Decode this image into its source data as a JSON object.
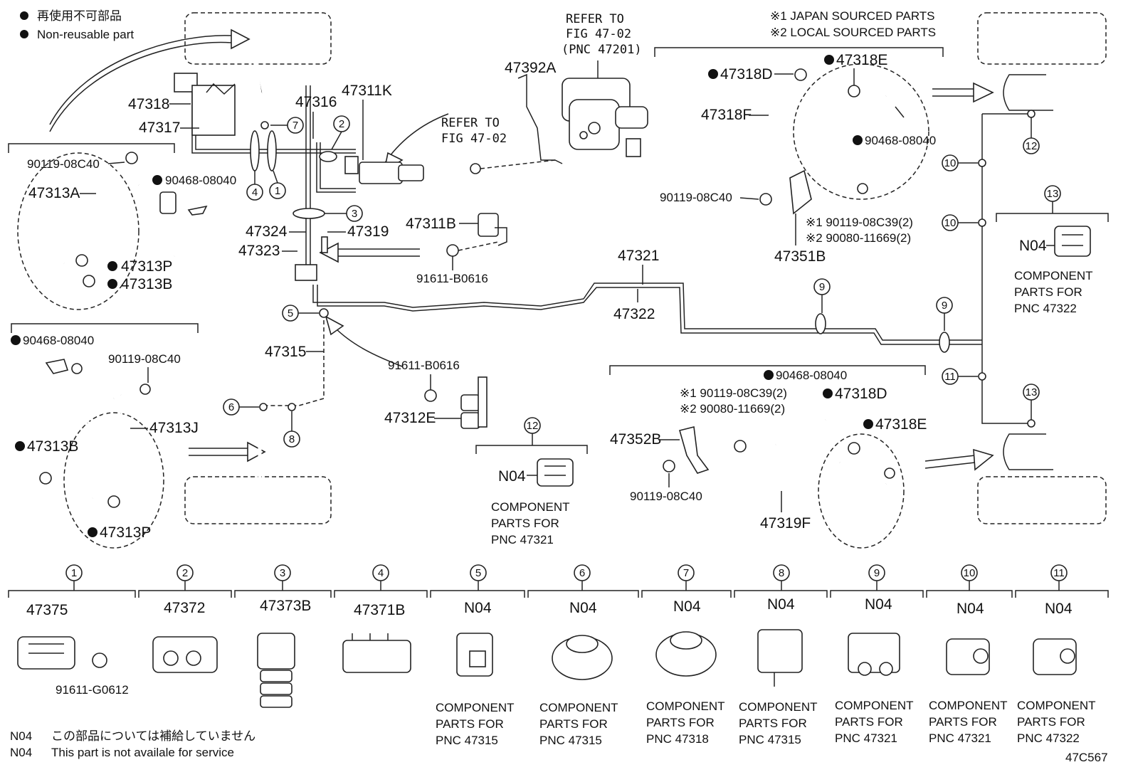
{
  "legend": {
    "jp": "再使用不可部品",
    "en": "Non-reusable part",
    "star1": "※1 JAPAN SOURCED PARTS",
    "star2": "※2 LOCAL SOURCED PARTS"
  },
  "refer_master": [
    "REFER TO",
    "FIG 47-02",
    "(PNC 47201)"
  ],
  "refer_fig": [
    "REFER TO",
    "FIG 47-02"
  ],
  "parts": {
    "p47318": "47318",
    "p47317": "47317",
    "p47316": "47316",
    "p47311K": "47311K",
    "p47392A": "47392A",
    "p90119_a": "90119-08C40",
    "p90468_a": "90468-08040",
    "p47313A": "47313A",
    "p47313P_a": "47313P",
    "p47313B_a": "47313B",
    "p47324": "47324",
    "p47319": "47319",
    "p47323": "47323",
    "p47311B": "47311B",
    "p91611_a": "91611-B0616",
    "p47321": "47321",
    "p47322": "47322",
    "p47315": "47315",
    "p90468_b": "90468-08040",
    "p90119_b": "90119-08C40",
    "p47313J": "47313J",
    "p47313B_b": "47313B",
    "p47313P_b": "47313P",
    "p91611_b": "91611-B0616",
    "p47312E": "47312E",
    "p47318D_a": "47318D",
    "p47318E_a": "47318E",
    "p47318F": "47318F",
    "p90468_c": "90468-08040",
    "p90119_c": "90119-08C40",
    "p90119_c39_a": "※1 90119-08C39(2)",
    "p90080_a": "※2 90080-11669(2)",
    "p47351B": "47351B",
    "p90468_d": "90468-08040",
    "p90119_c39_b": "※1 90119-08C39(2)",
    "p90080_b": "※2 90080-11669(2)",
    "p47318D_b": "47318D",
    "p47318E_b": "47318E",
    "p47352B": "47352B",
    "p90119_d": "90119-08C40",
    "p47319F": "47319F"
  },
  "clip12": {
    "num": "12",
    "code": "N04",
    "desc": [
      "COMPONENT",
      "PARTS FOR",
      "PNC 47321"
    ]
  },
  "clip13": {
    "num": "13",
    "code": "N04",
    "desc": [
      "COMPONENT",
      "PARTS FOR",
      "PNC 47322"
    ]
  },
  "callouts": [
    "1",
    "2",
    "3",
    "4",
    "5",
    "6",
    "7",
    "8",
    "9",
    "9",
    "10",
    "10",
    "11",
    "12",
    "13"
  ],
  "bottom": [
    {
      "num": "1",
      "code": "47375",
      "sub": "91611-G0612",
      "desc": []
    },
    {
      "num": "2",
      "code": "47372",
      "sub": "",
      "desc": []
    },
    {
      "num": "3",
      "code": "47373B",
      "sub": "",
      "desc": []
    },
    {
      "num": "4",
      "code": "47371B",
      "sub": "",
      "desc": []
    },
    {
      "num": "5",
      "code": "N04",
      "sub": "",
      "desc": [
        "COMPONENT",
        "PARTS FOR",
        "PNC 47315"
      ]
    },
    {
      "num": "6",
      "code": "N04",
      "sub": "",
      "desc": [
        "COMPONENT",
        "PARTS FOR",
        "PNC 47315"
      ]
    },
    {
      "num": "7",
      "code": "N04",
      "sub": "",
      "desc": [
        "COMPONENT",
        "PARTS FOR",
        "PNC 47318"
      ]
    },
    {
      "num": "8",
      "code": "N04",
      "sub": "",
      "desc": [
        "COMPONENT",
        "PARTS FOR",
        "PNC 47315"
      ]
    },
    {
      "num": "9",
      "code": "N04",
      "sub": "",
      "desc": [
        "COMPONENT",
        "PARTS FOR",
        "PNC 47321"
      ]
    },
    {
      "num": "10",
      "code": "N04",
      "sub": "",
      "desc": [
        "COMPONENT",
        "PARTS FOR",
        "PNC 47321"
      ]
    },
    {
      "num": "11",
      "code": "N04",
      "sub": "",
      "desc": [
        "COMPONENT",
        "PARTS FOR",
        "PNC 47322"
      ]
    }
  ],
  "footnote": {
    "code1": "N04",
    "jp": "この部品については補給していません",
    "code2": "N04",
    "en": "This part is not availale for service"
  },
  "figure_id": "47C567"
}
